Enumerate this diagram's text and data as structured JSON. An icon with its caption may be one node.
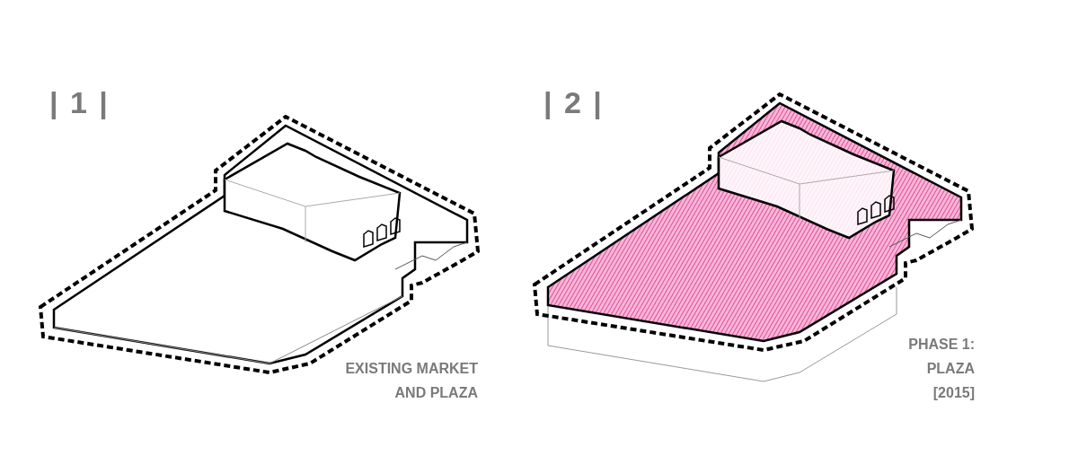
{
  "diagram": {
    "labels": [
      "| 1 |",
      "| 2 |",
      "EXISTING MARKET AND PLAZA",
      "PHASE 1: PLAZA [2015]"
    ]
  }
}
